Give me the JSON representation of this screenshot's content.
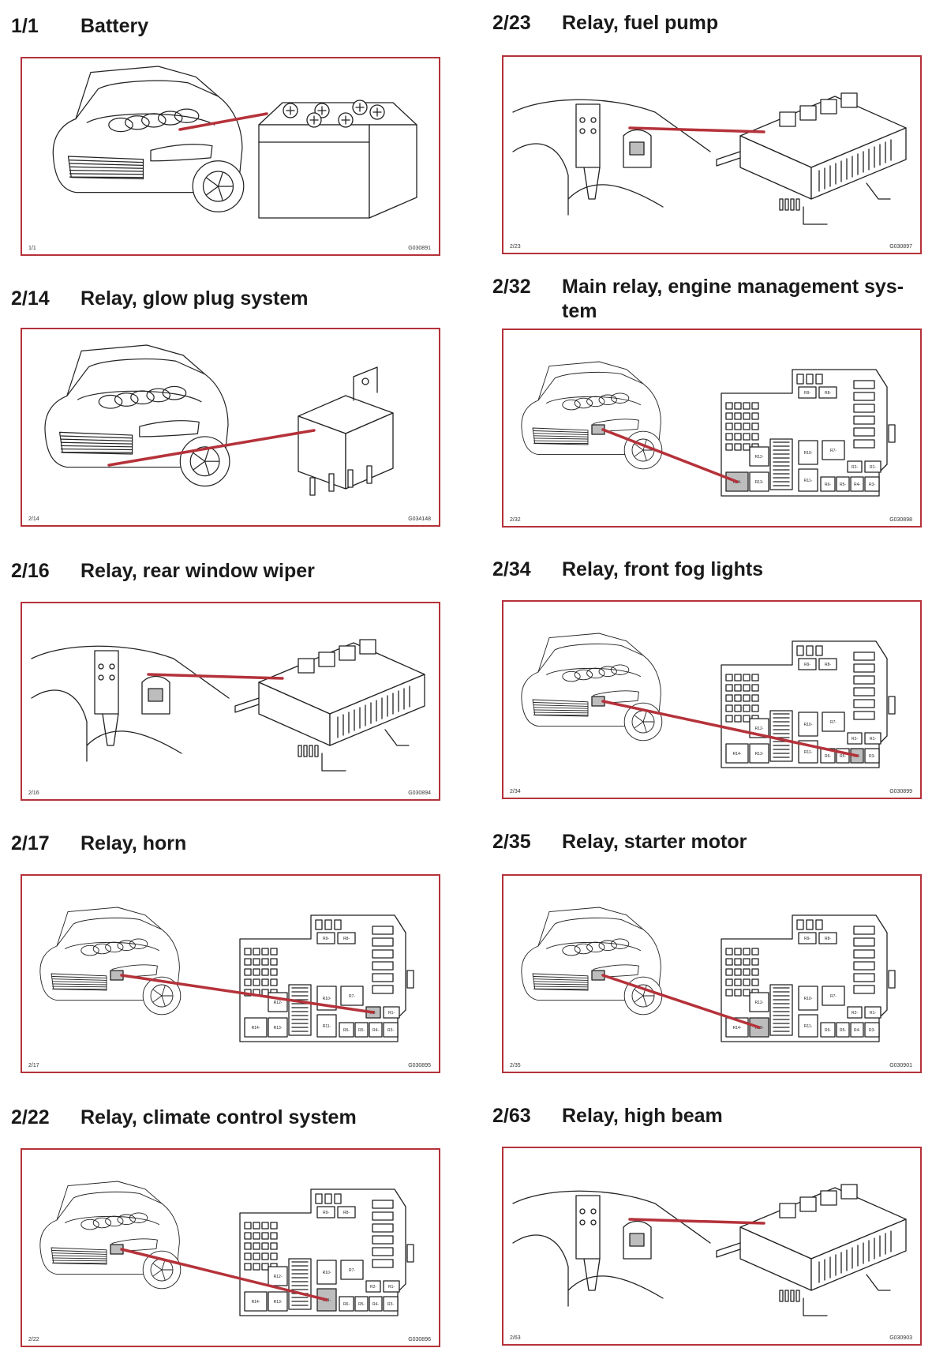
{
  "colors": {
    "frame": "#b5323a",
    "pointer": "#b5323a",
    "line": "#222222",
    "highlight": "#bdbdbd"
  },
  "sections": [
    {
      "code": "1/1",
      "title": "Battery",
      "ref": "1/1",
      "image_id": "G030891",
      "kind": "battery"
    },
    {
      "code": "2/14",
      "title": "Relay, glow plug system",
      "ref": "2/14",
      "image_id": "G034148",
      "kind": "relay"
    },
    {
      "code": "2/16",
      "title": "Relay, rear window wiper",
      "ref": "2/16",
      "image_id": "G030894",
      "kind": "interior"
    },
    {
      "code": "2/17",
      "title": "Relay, horn",
      "ref": "2/17",
      "image_id": "G030895",
      "kind": "fusebox"
    },
    {
      "code": "2/22",
      "title": "Relay, climate control system",
      "ref": "2/22",
      "image_id": "G030896",
      "kind": "fusebox"
    },
    {
      "code": "2/23",
      "title": "Relay, fuel pump",
      "ref": "2/23",
      "image_id": "G030897",
      "kind": "interior"
    },
    {
      "code": "2/32",
      "title": "Main relay, engine management sys-tem",
      "ref": "2/32",
      "image_id": "G030898",
      "kind": "fusebox"
    },
    {
      "code": "2/34",
      "title": "Relay, front fog lights",
      "ref": "2/34",
      "image_id": "G030899",
      "kind": "fusebox"
    },
    {
      "code": "2/35",
      "title": "Relay, starter motor",
      "ref": "2/35",
      "image_id": "G030901",
      "kind": "fusebox"
    },
    {
      "code": "2/63",
      "title": "Relay, high beam",
      "ref": "2/63",
      "image_id": "G030903",
      "kind": "interior"
    }
  ],
  "fusebox_labels": [
    "R1-",
    "R2-",
    "R3-",
    "R4-",
    "R5-",
    "R6-",
    "R7-",
    "R8-",
    "R9-",
    "R10-",
    "R11-",
    "R12-",
    "R13-",
    "R14-"
  ]
}
